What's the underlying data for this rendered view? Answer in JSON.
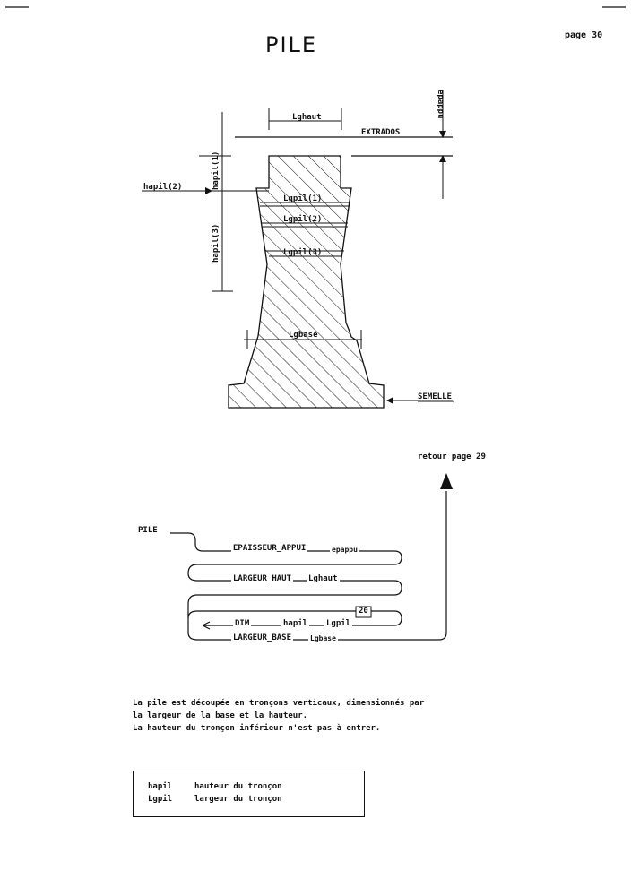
{
  "page": {
    "title": "PILE",
    "page_number": "page  30",
    "retour_link": "retour page 29"
  },
  "diagram": {
    "labels": {
      "lghaut": "Lghaut",
      "extrados": "EXTRADOS",
      "epappu": "epappu",
      "hapil_1": "hapil(1)",
      "hapil_2": "hapil(2)",
      "hapil_3": "hapil(3)",
      "lgpil_1": "Lgpil(1)",
      "lgpil_2": "Lgpil(2)",
      "lgpil_3": "Lgpil(3)",
      "lgbase": "Lgbase",
      "semelle": "SEMELLE"
    }
  },
  "syntax": {
    "root": "PILE",
    "epaisseur_appui": "EPAISSEUR_APPUI",
    "epaisseur_param": "epappu",
    "largeur_haut": "LARGEUR_HAUT",
    "largeur_haut_param": "Lghaut",
    "repeat_count": "20",
    "dim": "DIM",
    "dim_param1": "hapil",
    "dim_param2": "Lgpil",
    "largeur_base": "LARGEUR_BASE",
    "largeur_base_param": "Lgbase"
  },
  "description": [
    "La pile est découpée en tronçons verticaux, dimensionnés par",
    "la largeur de la base et la hauteur.",
    "La hauteur du tronçon inférieur n'est pas à entrer."
  ],
  "legend": [
    {
      "term": "hapil",
      "definition": "hauteur du tronçon"
    },
    {
      "term": "Lgpil",
      "definition": "largeur du tronçon"
    }
  ]
}
